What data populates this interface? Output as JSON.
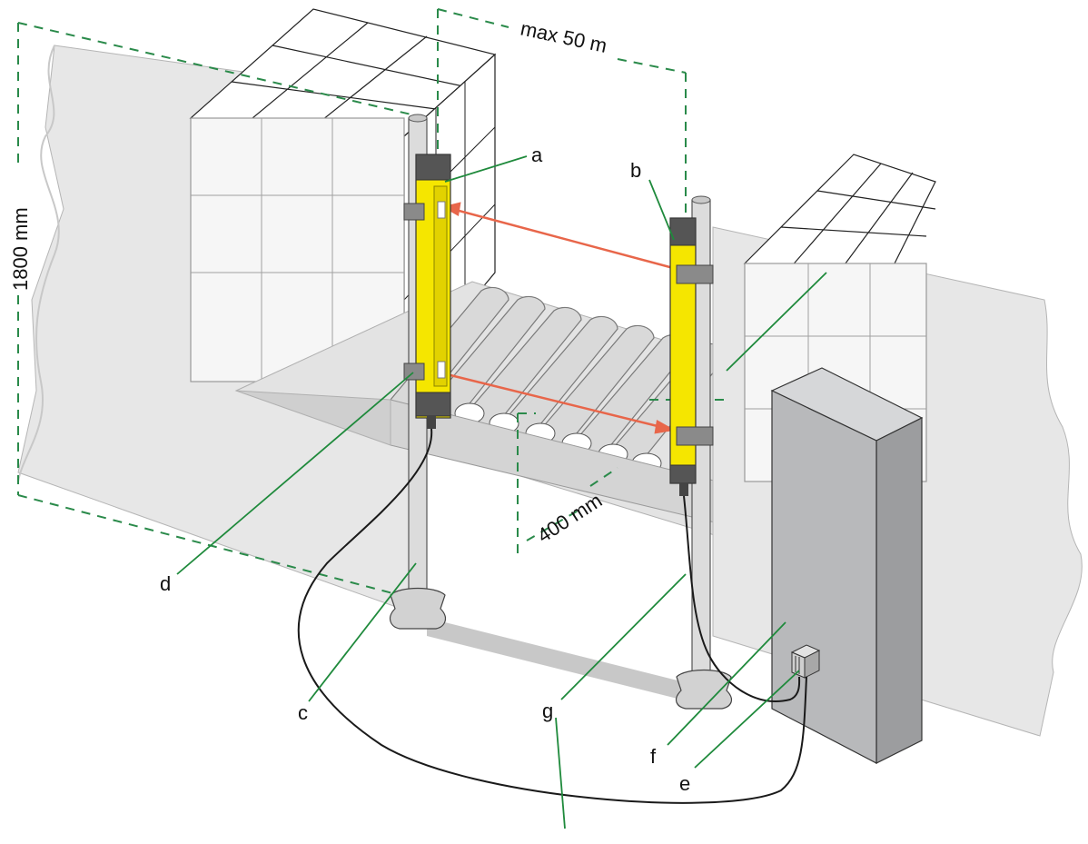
{
  "dimensions": {
    "max_distance": "max 50 m",
    "height": "1800 mm",
    "lower_height": "400 mm"
  },
  "labels": {
    "a": "a",
    "b": "b",
    "c": "c",
    "d": "d",
    "e": "e",
    "f": "f",
    "g": "g"
  },
  "colors": {
    "sensor_yellow": "#f5e600",
    "beam_red": "#e8664a",
    "dash_green": "#2a8a4a",
    "leader_green": "#1f8a3c",
    "cabinet_gray": "#b8b9bb",
    "wall_gray": "#e7e7e7"
  }
}
